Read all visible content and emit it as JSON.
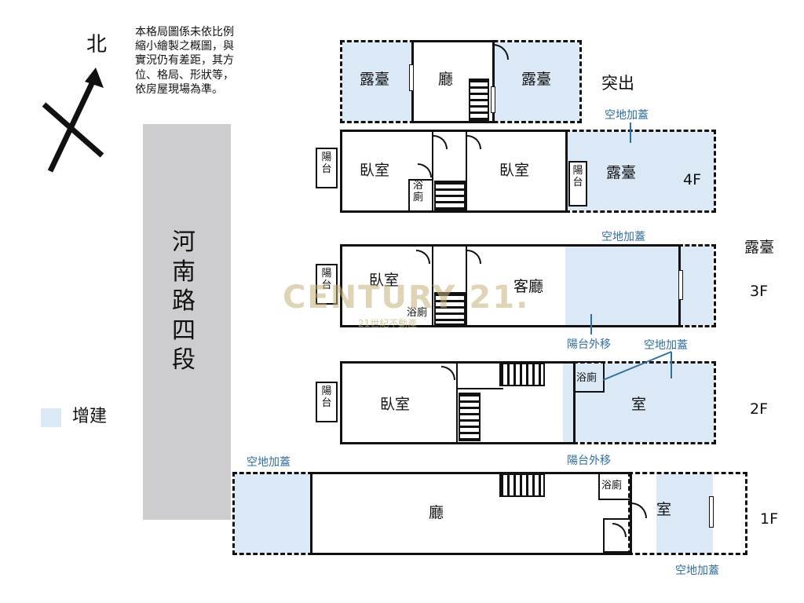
{
  "compass": {
    "north": "北"
  },
  "note": {
    "lines": [
      "本格局圖係未依比例",
      "縮小繪製之概圖，與",
      "實況仍有差距，其方",
      "位、格局、形狀等，",
      "依房屋現場為準。"
    ]
  },
  "road": {
    "name": "河南路四段"
  },
  "legend": {
    "label": "增建",
    "color": "#dbe8f5"
  },
  "watermark": {
    "brand": "CENTURY 21.",
    "sub": "21世紀不動產"
  },
  "top_level": {
    "terrace_left": "露臺",
    "hall": "廳",
    "terrace_right": "露臺",
    "protrude": "突出"
  },
  "floor4": {
    "floor": "4F",
    "balcony_left": "陽台",
    "bedroom_left": "臥室",
    "bath": "浴廁",
    "bedroom_right": "臥室",
    "balcony_right": "陽台",
    "terrace": "露臺",
    "annotation": "空地加蓋"
  },
  "floor3": {
    "floor": "3F",
    "balcony": "陽台",
    "bedroom": "臥室",
    "bath": "浴廁",
    "living": "客廳",
    "terrace": "露臺",
    "annotation_top": "空地加蓋",
    "annotation_bottom": "陽台外移"
  },
  "floor2": {
    "floor": "2F",
    "balcony": "陽台",
    "bedroom": "臥室",
    "bath": "浴廁",
    "room": "室",
    "annotation_top": "空地加蓋",
    "annotation_bottom": "陽台外移"
  },
  "floor1": {
    "floor": "1F",
    "hall": "廳",
    "bath": "浴廁",
    "room": "室",
    "annotation_left": "空地加蓋",
    "annotation_bottom": "空地加蓋"
  }
}
